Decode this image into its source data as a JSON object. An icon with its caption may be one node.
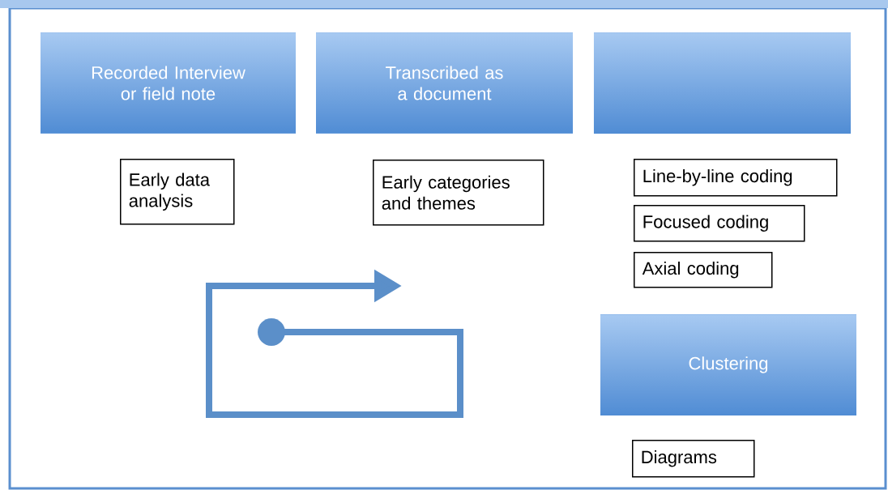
{
  "diagram": {
    "nodes": [
      {
        "text": [
          "Recorded Interview or field note"
        ]
      },
      {
        "text": [
          "Transcribed as a document"
        ]
      },
      {
        "text": [],
        "shape": "box"
      },
      {
        "text": [
          "Early data analysis"
        ]
      },
      {
        "text": [
          "Early categories and themes"
        ]
      },
      {
        "text": [
          "Line-by-line coding"
        ]
      },
      {
        "text": [
          "Focused coding"
        ]
      },
      {
        "text": [
          "Axial coding"
        ]
      },
      {
        "text": [
          "Clustering"
        ]
      },
      {
        "text": [
          "Diagrams"
        ]
      }
    ]
  }
}
